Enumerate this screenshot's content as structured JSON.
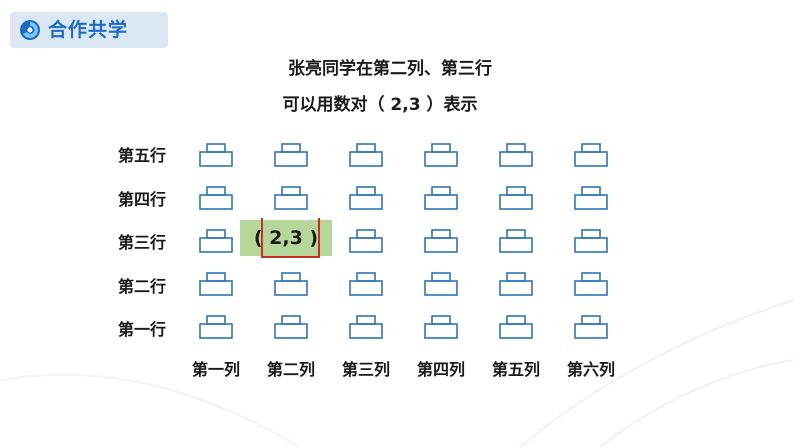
{
  "header": {
    "title": "合作共学",
    "icon": "swirl-logo-icon"
  },
  "intro": {
    "line1": "张亮同学在第二列、第三行",
    "line2": "可以用数对（ 2,3 ）表示"
  },
  "row_labels": [
    "第五行",
    "第四行",
    "第三行",
    "第二行",
    "第一行"
  ],
  "col_labels": [
    "第一列",
    "第二列",
    "第三列",
    "第四列",
    "第五列",
    "第六列"
  ],
  "highlight": {
    "text": "( 2,3 )",
    "column": 2,
    "row": 3
  },
  "desk_icon": "desk-icon",
  "colors": {
    "brand_blue": "#1b6cc2",
    "desk_outline": "#2e75b6",
    "highlight_fill": "#b5d79a",
    "highlight_marker": "#cc2b2b",
    "header_bg": "#dbe7f3"
  }
}
